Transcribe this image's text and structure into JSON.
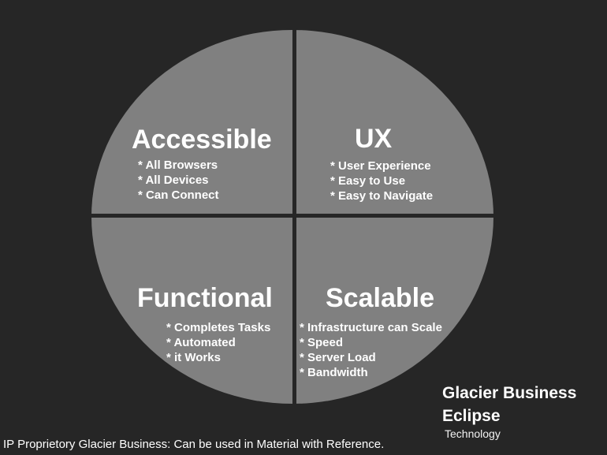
{
  "colors": {
    "background": "#262626",
    "quadrant_fill": "#808080",
    "divider": "#262626",
    "text": "#ffffff"
  },
  "quadrants": [
    {
      "title": "Accessible",
      "items": [
        "All Browsers",
        "All Devices",
        "Can Connect"
      ]
    },
    {
      "title": "UX",
      "items": [
        "User Experience",
        "Easy to Use",
        "Easy to Navigate"
      ]
    },
    {
      "title": "Functional",
      "items": [
        "Completes Tasks",
        "Automated",
        "it Works"
      ]
    },
    {
      "title": "Scalable",
      "items": [
        "Infrastructure can Scale",
        "Speed",
        "Server Load",
        "Bandwidth"
      ]
    }
  ],
  "brand": {
    "name": "Glacier Business Eclipse",
    "subtitle": "Technology"
  },
  "footer": "IP Proprietory Glacier Business: Can be used in Material with Reference."
}
